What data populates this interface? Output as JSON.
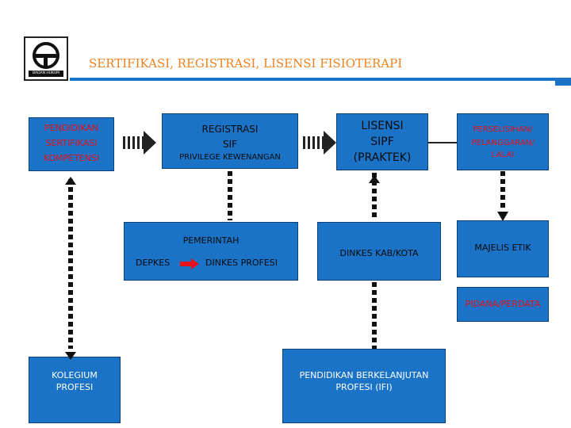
{
  "header": {
    "title": "SERTIFIKASI, REGISTRASI, LISENSI FISIOTERAPI",
    "logo_text": "BADAN HUKUM"
  },
  "nodes": {
    "pendidikan": [
      "PENDIDIKAN",
      "SERTIFIKASI",
      "KOMPETENSI"
    ],
    "registrasi": [
      "REGISTRASI",
      "SIF"
    ],
    "privilege": "PRIVILEGE KEWENANGAN",
    "lisensi": [
      "LISENSI",
      "SIPF",
      "(PRAKTEK)"
    ],
    "perselisihan": [
      "PERSELISIHAN/",
      "PELANGGARAN/",
      "LALAI"
    ],
    "pemerintah": "PEMERINTAH",
    "depkes": "DEPKES",
    "dinkes_profesi": "DINKES PROFESI",
    "dinkes_kab": "DINKES KAB/KOTA",
    "majelis": "MAJELIS ETIK",
    "pidana": "PIDANA/PERDATA",
    "kolegium": [
      "KOLEGIUM",
      "PROFESI"
    ],
    "pendidikan_lanjut": [
      "PENDIDIKAN BERKELANJUTAN",
      "PROFESI (IFI)"
    ]
  },
  "colors": {
    "box": "#1a73c6",
    "title": "#f0801e",
    "accent_text": "#e8101a",
    "rule": "#1a73c6"
  }
}
